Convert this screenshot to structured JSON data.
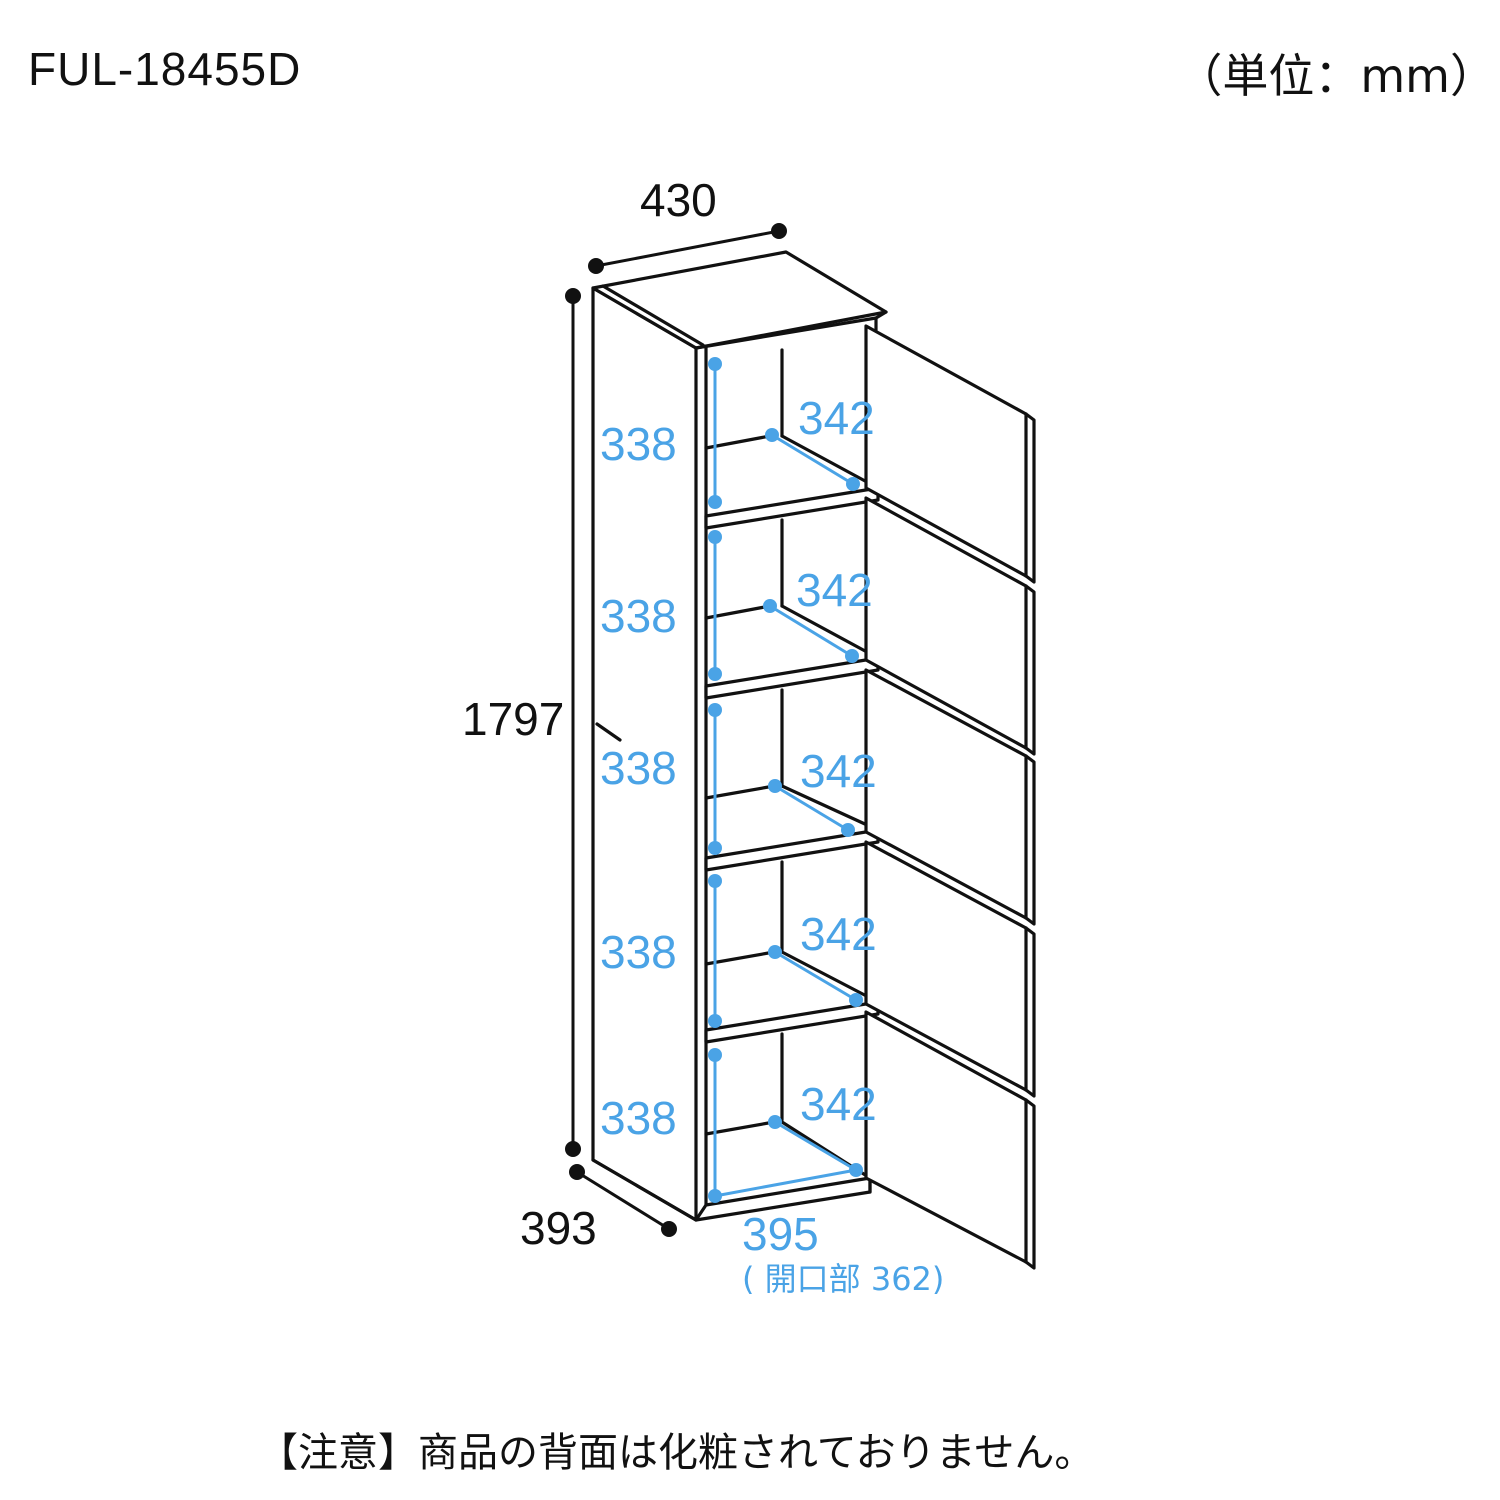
{
  "header": {
    "model_number": "FUL-18455D",
    "unit_label": "（単位：mm）"
  },
  "dimensions": {
    "width": "430",
    "height": "1797",
    "depth": "393",
    "inner_width": "395",
    "opening_note": "( 開口部 362)",
    "compartments": [
      {
        "inner_height": "338",
        "inner_depth": "342"
      },
      {
        "inner_height": "338",
        "inner_depth": "342"
      },
      {
        "inner_height": "338",
        "inner_depth": "342"
      },
      {
        "inner_height": "338",
        "inner_depth": "342"
      },
      {
        "inner_height": "338",
        "inner_depth": "342"
      }
    ]
  },
  "colors": {
    "outline": "#111111",
    "inner_dimension": "#4aa3e6",
    "background": "#ffffff"
  },
  "footer": {
    "note": "【注意】商品の背面は化粧されておりません。"
  }
}
